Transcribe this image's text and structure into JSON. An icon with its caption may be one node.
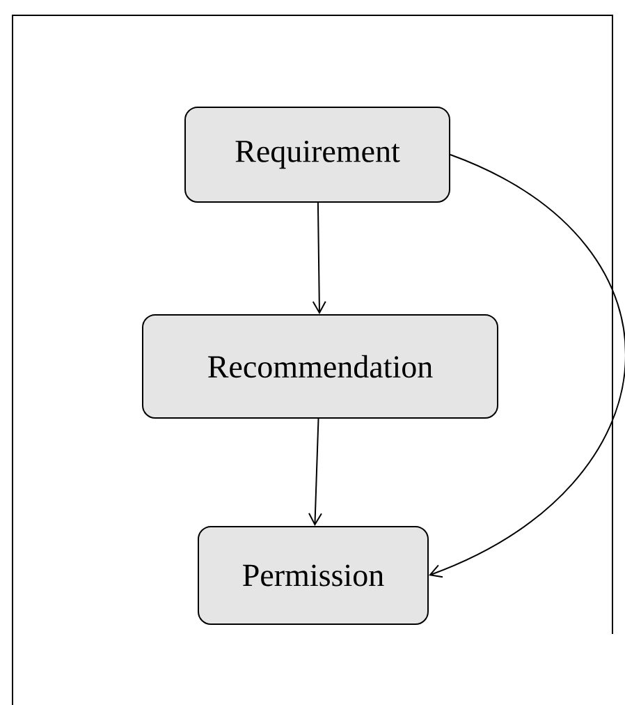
{
  "diagram": {
    "nodes": [
      {
        "text": [
          "Requirement"
        ]
      },
      {
        "text": [
          "Recommendation"
        ]
      },
      {
        "text": [
          "Permission"
        ]
      }
    ],
    "edges": [
      {
        "from": 0,
        "to": 1,
        "arrow": "to"
      },
      {
        "from": 1,
        "to": 2,
        "arrow": "to"
      },
      {
        "from": 0,
        "to": 2,
        "arrow": "to"
      }
    ]
  }
}
